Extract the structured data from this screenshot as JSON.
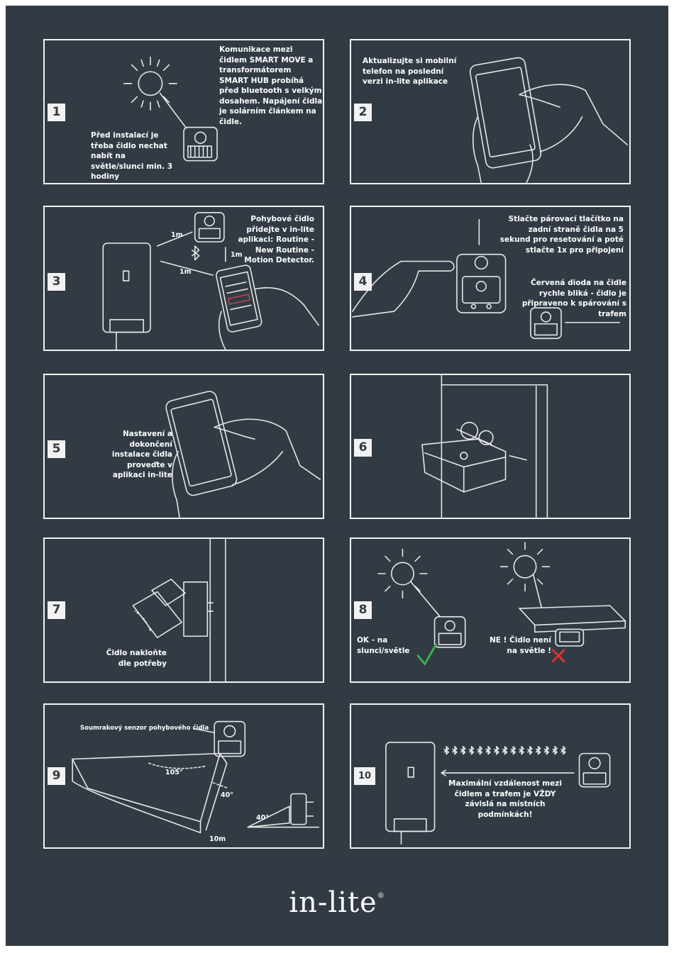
{
  "brand": {
    "name": "in-lite",
    "mark": "®"
  },
  "panels": [
    {
      "number": "1",
      "text_top": "Komunikace mezi čidlem SMART MOVE a transformátorem SMART HUB probíhá před bluetooth s velkým dosahem. Napájení čidla je solárním článkem na čidle.",
      "text_bottom": "Před instalací je třeba čidlo nechat nabít na světle/slunci min. 3 hodiny"
    },
    {
      "number": "2",
      "text": "Aktualizujte si mobilní telefon na poslední verzi in-lite aplikace"
    },
    {
      "number": "3",
      "text": "Pohybové čidlo přidejte v in-lite aplikaci: Routine - New Routine - Motion Detector.",
      "dist_a": "1m",
      "dist_b": "1m",
      "dist_c": "1m"
    },
    {
      "number": "4",
      "text_top": "Stlačte párovací tlačítko na zadní straně čidla na 5 sekund pro resetování a poté stlačte 1x pro připojení",
      "text_bottom": "Červená dioda na čidle rychle bliká - čidlo je připraveno k spárování s trafem"
    },
    {
      "number": "5",
      "text": "Nastavení a dokončení instalace čidla proveďte v aplikaci in-lite"
    },
    {
      "number": "6"
    },
    {
      "number": "7",
      "text": "Čidlo nakloňte dle potřeby"
    },
    {
      "number": "8",
      "ok": "OK - na slunci/světle",
      "no": "NE ! Čidlo není na světle !"
    },
    {
      "number": "9",
      "sensor_label": "Soumrakový senzor pohybového čidla",
      "angle_a": "105°",
      "angle_b": "40°",
      "angle_c": "40°",
      "range": "10m"
    },
    {
      "number": "10",
      "text": "Maximální vzdálenost mezi čidlem a trafem je VŽDY závislá na místních podmínkách!"
    }
  ]
}
